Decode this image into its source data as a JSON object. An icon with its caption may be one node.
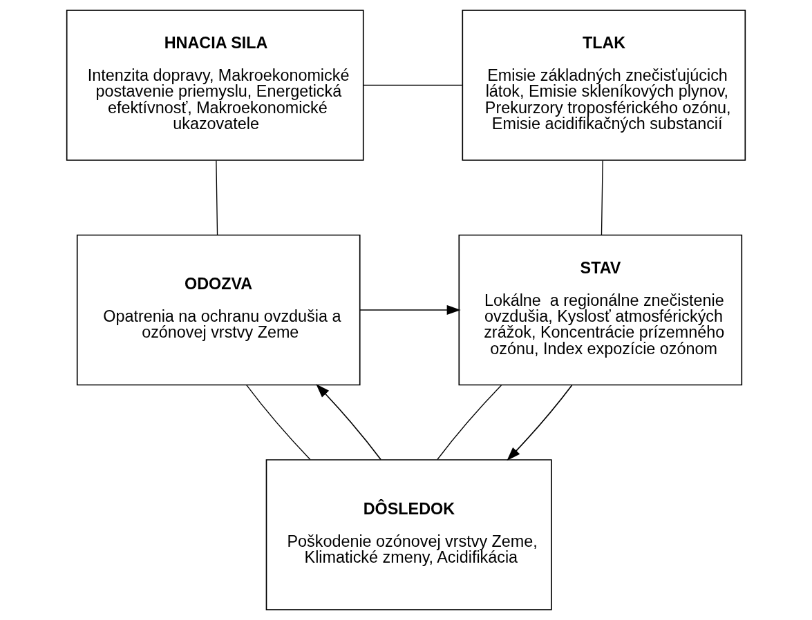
{
  "diagram": {
    "nodes": [
      {
        "text": [
          "HNACIA SILA",
          "Intenzita dopravy, Makroekonomické postavenie priemyslu, Energetická efektívnosť, Makroekonomické ukazovatele"
        ]
      },
      {
        "text": [
          "TLAK",
          "Emisie základných znečisťujúcich látok, Emisie skleníkových plynov, Prekurzory troposférického ozónu, Emisie acidifikačných substancií"
        ]
      },
      {
        "text": [
          "ODOZVA",
          "Opatrenia na ochranu ovzdušia a ozónovej vrstvy Zeme"
        ]
      },
      {
        "text": [
          "STAV",
          "Lokálne  a regionálne znečistenie ovzdušia, Kyslosť atmosférických zrážok, Koncentrácie prízemného ozónu, Index expozície ozónom"
        ]
      },
      {
        "text": [
          "DÔSLEDOK",
          "Poškodenie ozónovej vrstvy Zeme, Klimatické zmeny, Acidifikácia"
        ]
      }
    ],
    "edges": [
      {
        "from": 0,
        "to": 1,
        "arrow": "none"
      },
      {
        "from": 1,
        "to": 3,
        "arrow": "none"
      },
      {
        "from": 3,
        "to": 4,
        "arrow": "none"
      },
      {
        "from": 4,
        "to": 2,
        "arrow": "none"
      },
      {
        "from": 2,
        "to": 0,
        "arrow": "none"
      },
      {
        "from": 2,
        "to": 3,
        "arrow": "to"
      },
      {
        "from": 3,
        "to": 4,
        "arrow": "to"
      },
      {
        "from": 4,
        "to": 2,
        "arrow": "to"
      }
    ]
  }
}
